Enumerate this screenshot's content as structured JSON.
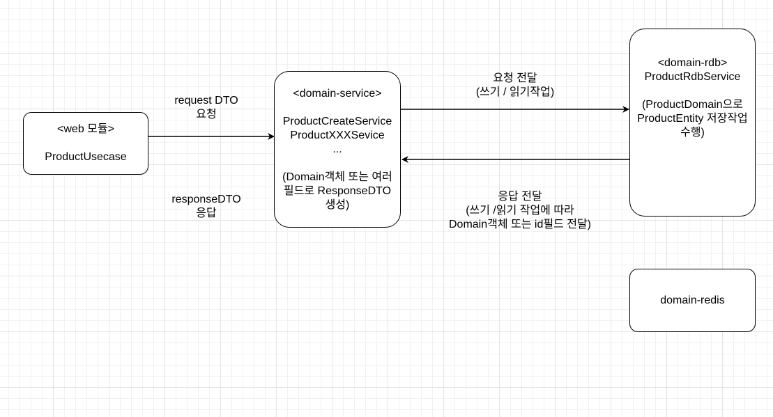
{
  "colors": {
    "stroke": "#000000",
    "node_fill": "#ffffff",
    "grid_major": "#e4e4e4",
    "grid_minor": "#f1f1f1"
  },
  "nodes": {
    "web": {
      "title": "<web 모듈>",
      "body": "ProductUsecase"
    },
    "domain_service": {
      "title": "<domain-service>",
      "line1": "ProductCreateService",
      "line2": "ProductXXXSevice",
      "line3": "...",
      "note1": "(Domain객체 또는 여러",
      "note2": "필드로 ResponseDTO",
      "note3": "생성)"
    },
    "domain_rdb": {
      "title": "<domain-rdb>",
      "line1": "ProductRdbService",
      "note1": "(ProductDomain으로",
      "note2": "ProductEntity 저장작업",
      "note3": "수행)"
    },
    "domain_redis": {
      "title": "domain-redis"
    }
  },
  "edges": {
    "request_dto": {
      "line1": "request DTO",
      "line2": "요청"
    },
    "response_dto": {
      "line1": "responseDTO",
      "line2": "응답"
    },
    "forward_request": {
      "line1": "요청 전달",
      "line2": "(쓰기 / 읽기작업)"
    },
    "forward_response": {
      "line1": "응답 전달",
      "line2": "(쓰기 /읽기 작업에 따라",
      "line3": "Domain객체 또는 id필드 전달)"
    }
  }
}
